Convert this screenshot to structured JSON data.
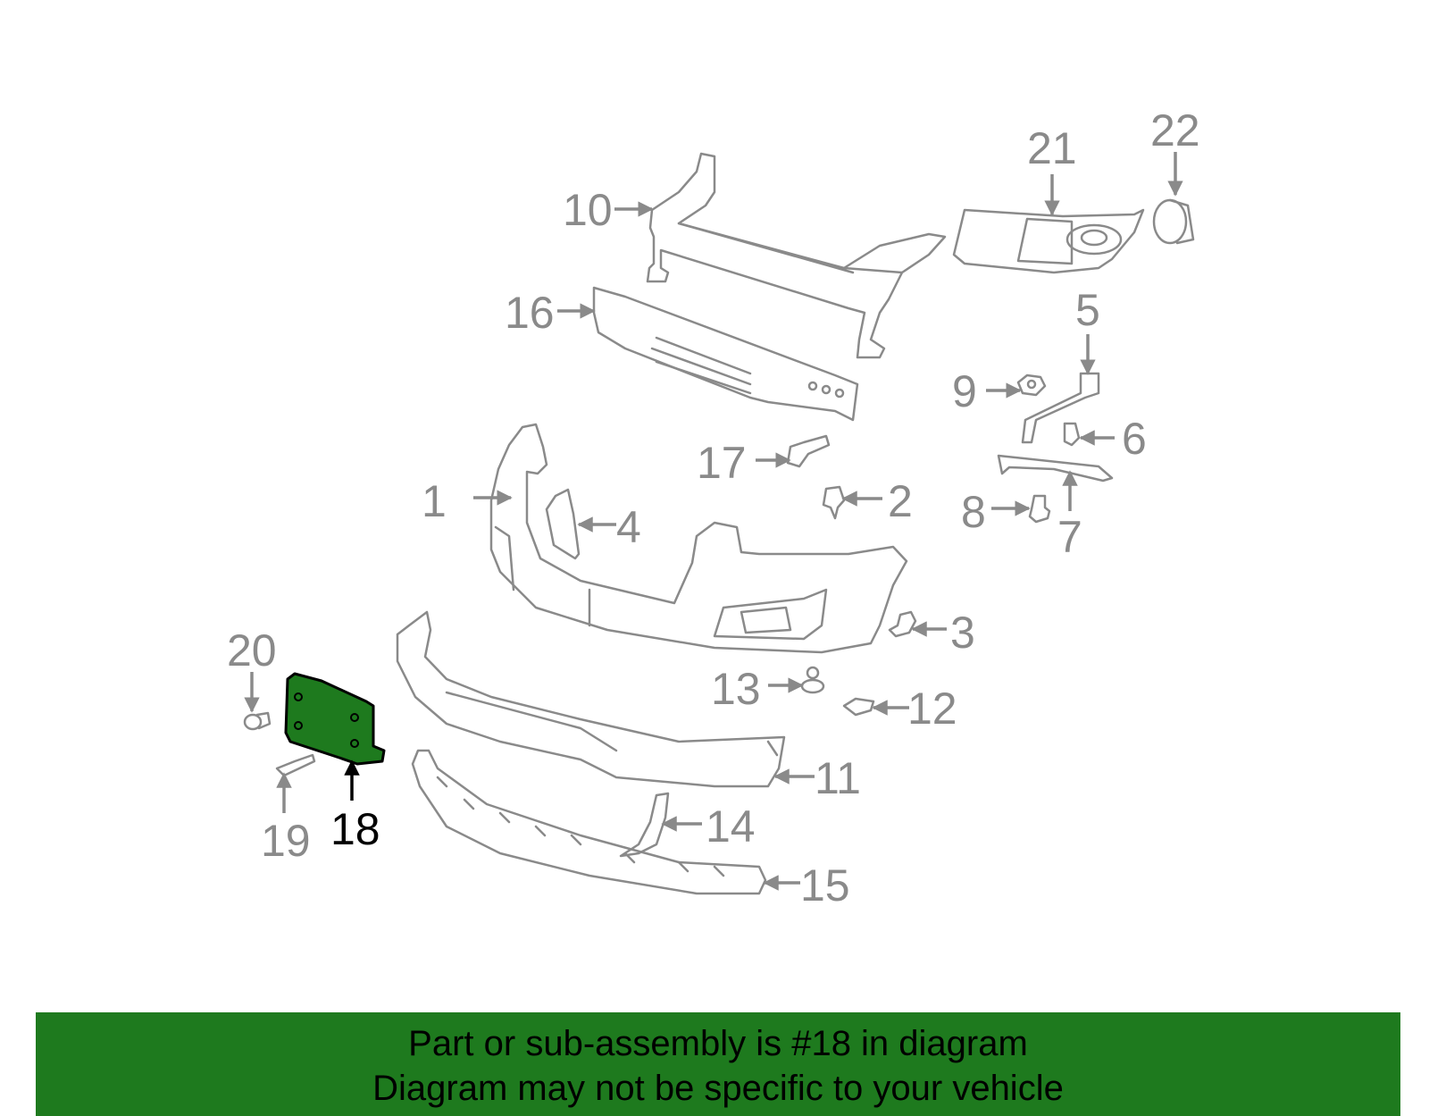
{
  "colors": {
    "part_stroke": "#8a8a8a",
    "highlight_fill": "#1e7a1e",
    "highlight_stroke": "#000000",
    "banner_bg": "#1e7a1e",
    "banner_text": "#000000"
  },
  "callouts": {
    "c1": "1",
    "c2": "2",
    "c3": "3",
    "c4": "4",
    "c5": "5",
    "c6": "6",
    "c7": "7",
    "c8": "8",
    "c9": "9",
    "c10": "10",
    "c11": "11",
    "c12": "12",
    "c13": "13",
    "c14": "14",
    "c15": "15",
    "c16": "16",
    "c17": "17",
    "c18": "18",
    "c19": "19",
    "c20": "20",
    "c21": "21",
    "c22": "22"
  },
  "highlighted_part": "18",
  "banner": {
    "line1": "Part or sub-assembly is #18 in diagram",
    "line2": "Diagram may not be specific to your vehicle"
  }
}
